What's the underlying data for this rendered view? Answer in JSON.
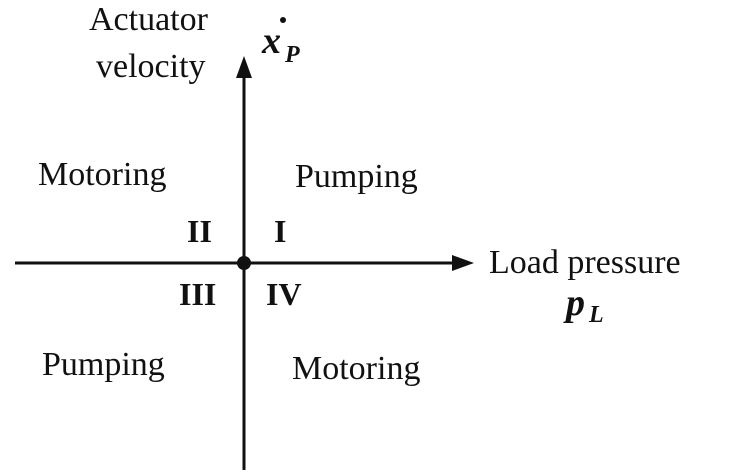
{
  "vertical_axis": {
    "label_line1": "Actuator",
    "label_line2": "velocity",
    "symbol": "x",
    "symbol_subscript": "P"
  },
  "horizontal_axis": {
    "label": "Load pressure",
    "symbol": "p",
    "symbol_subscript": "L"
  },
  "quadrants": {
    "I": {
      "numeral": "I",
      "mode": "Pumping"
    },
    "II": {
      "numeral": "II",
      "mode": "Motoring"
    },
    "III": {
      "numeral": "III",
      "mode": "Pumping"
    },
    "IV": {
      "numeral": "IV",
      "mode": "Motoring"
    }
  },
  "colors": {
    "ink": "#111111",
    "background": "#ffffff"
  }
}
